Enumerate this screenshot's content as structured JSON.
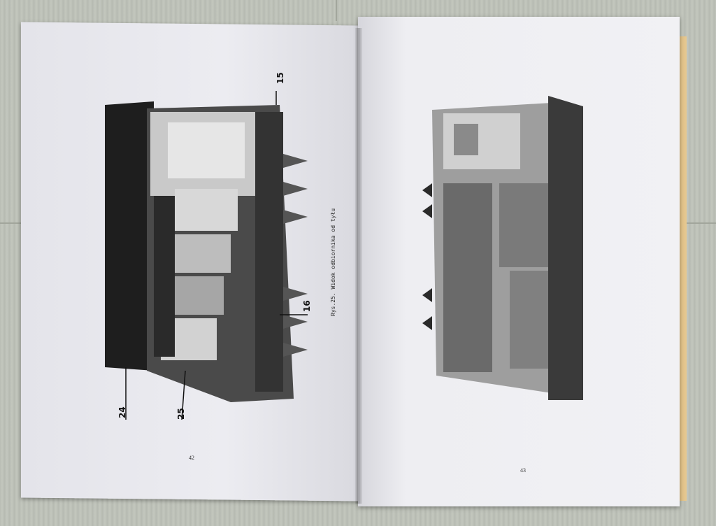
{
  "scene": {
    "description_labels": [
      "15",
      "16",
      "24",
      "25"
    ],
    "caption": "Rys.25. Widok odbiornika od tyłu",
    "page_left_number": "42",
    "page_right_number": "43"
  },
  "colors": {
    "floor": "#bcc0b6",
    "paper": "#ececf1",
    "cover": "#dcb97a",
    "ink": "#111111"
  }
}
